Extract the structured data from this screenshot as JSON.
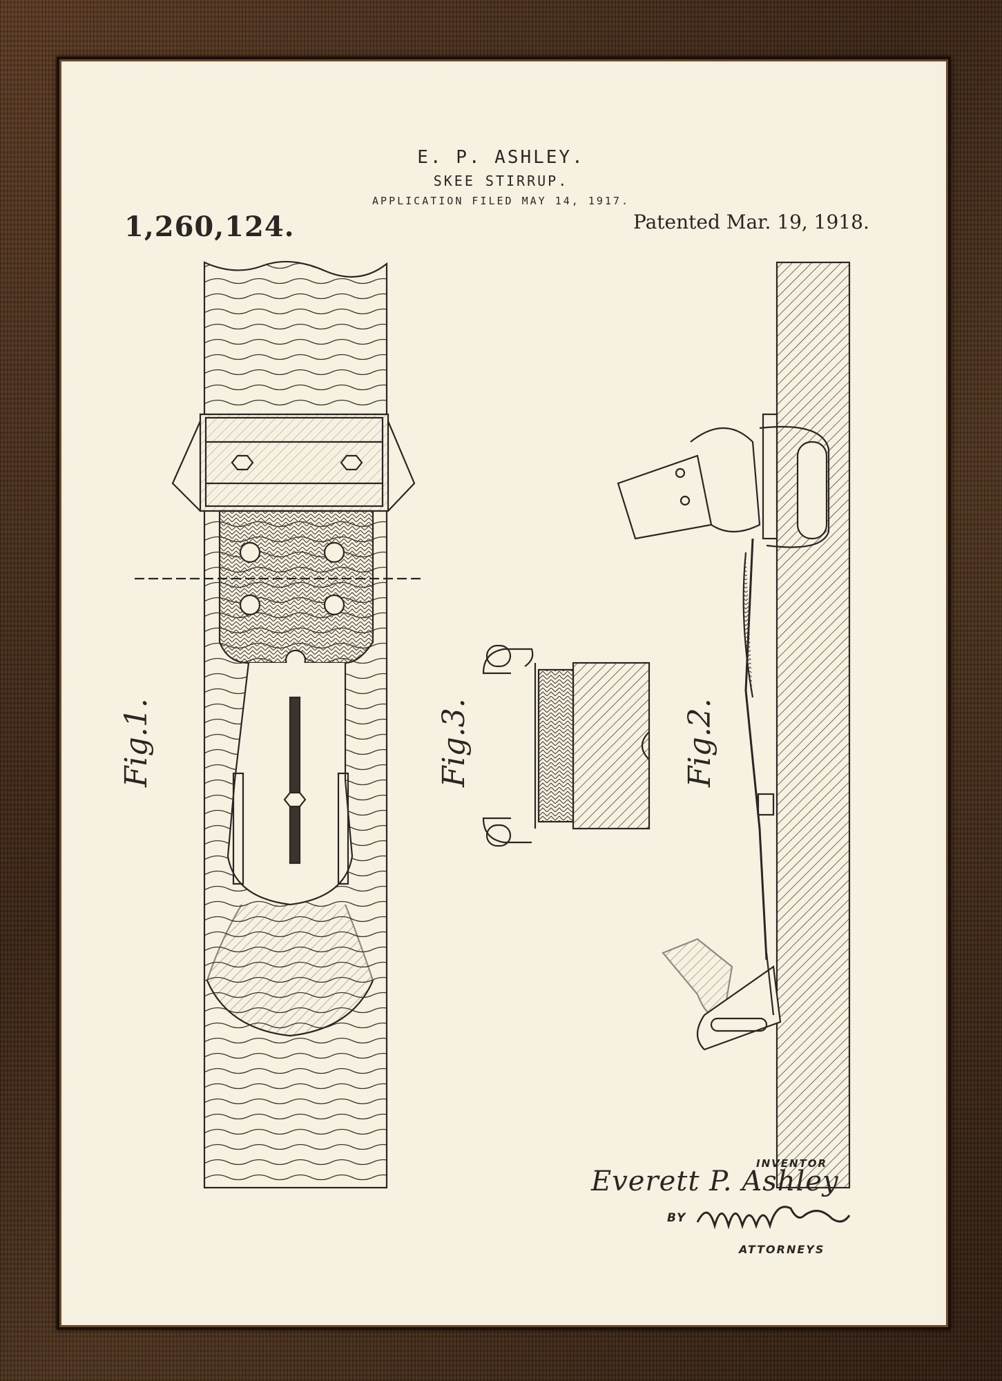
{
  "header": {
    "inventor_name": "E. P. ASHLEY.",
    "title": "SKEE STIRRUP.",
    "filed": "APPLICATION FILED MAY 14, 1917.",
    "patent_number": "1,260,124.",
    "patent_date": "Patented Mar. 19, 1918."
  },
  "figures": {
    "fig1": "Fig.1.",
    "fig2": "Fig.2.",
    "fig3": "Fig.3."
  },
  "signature": {
    "inventor_label": "INVENTOR",
    "inventor_signature": "Everett P. Ashley",
    "by_label": "BY",
    "attorneys_label": "ATTORNEYS"
  },
  "colors": {
    "frame": "#3a2414",
    "paper": "#f6f1e1",
    "ink": "#2a2622"
  }
}
